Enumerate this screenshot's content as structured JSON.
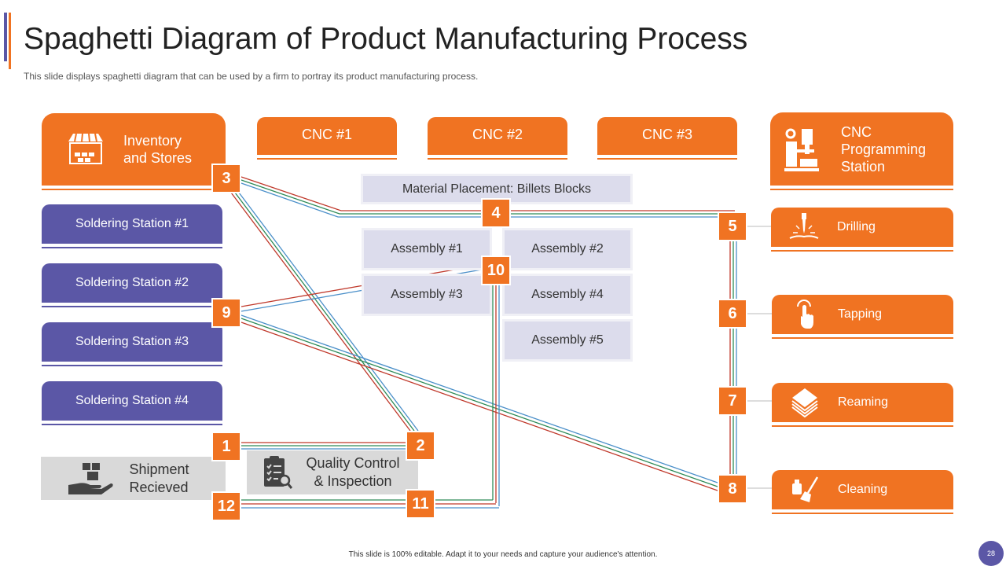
{
  "header": {
    "title": "Spaghetti Diagram of Product Manufacturing Process",
    "subtitle": "This slide displays spaghetti diagram that can be used by a firm to portray its product manufacturing  process."
  },
  "footer": {
    "text": "This slide is 100% editable.  Adapt it to your needs and capture your audience's attention.",
    "page_number": "28"
  },
  "stations": {
    "inventory": "Inventory and Stores",
    "cnc1": "CNC #1",
    "cnc2": "CNC #2",
    "cnc3": "CNC #3",
    "cnc_programming": "CNC Programming Station",
    "material_placement": "Material Placement: Billets Blocks",
    "soldering1": "Soldering Station #1",
    "soldering2": "Soldering Station #2",
    "soldering3": "Soldering Station #3",
    "soldering4": "Soldering Station #4",
    "assembly1": "Assembly #1",
    "assembly2": "Assembly #2",
    "assembly3": "Assembly #3",
    "assembly4": "Assembly #4",
    "assembly5": "Assembly #5",
    "drilling": "Drilling",
    "tapping": "Tapping",
    "reaming": "Reaming",
    "cleaning": "Cleaning",
    "shipment": "Shipment Recieved",
    "quality": "Quality Control & Inspection"
  },
  "markers": [
    "1",
    "2",
    "3",
    "4",
    "5",
    "6",
    "7",
    "8",
    "9",
    "10",
    "11",
    "12"
  ],
  "icons": {
    "inventory": "store-icon",
    "cnc_programming": "cnc-machine-icon",
    "drilling": "drill-icon",
    "tapping": "touch-icon",
    "reaming": "layers-icon",
    "cleaning": "cleaning-icon",
    "shipment": "hand-boxes-icon",
    "quality": "clipboard-check-icon"
  },
  "colors": {
    "orange": "#f07322",
    "purple": "#5b57a6",
    "route_red": "#c0392b",
    "route_green": "#2e8b57",
    "route_blue": "#4a8fc9"
  }
}
